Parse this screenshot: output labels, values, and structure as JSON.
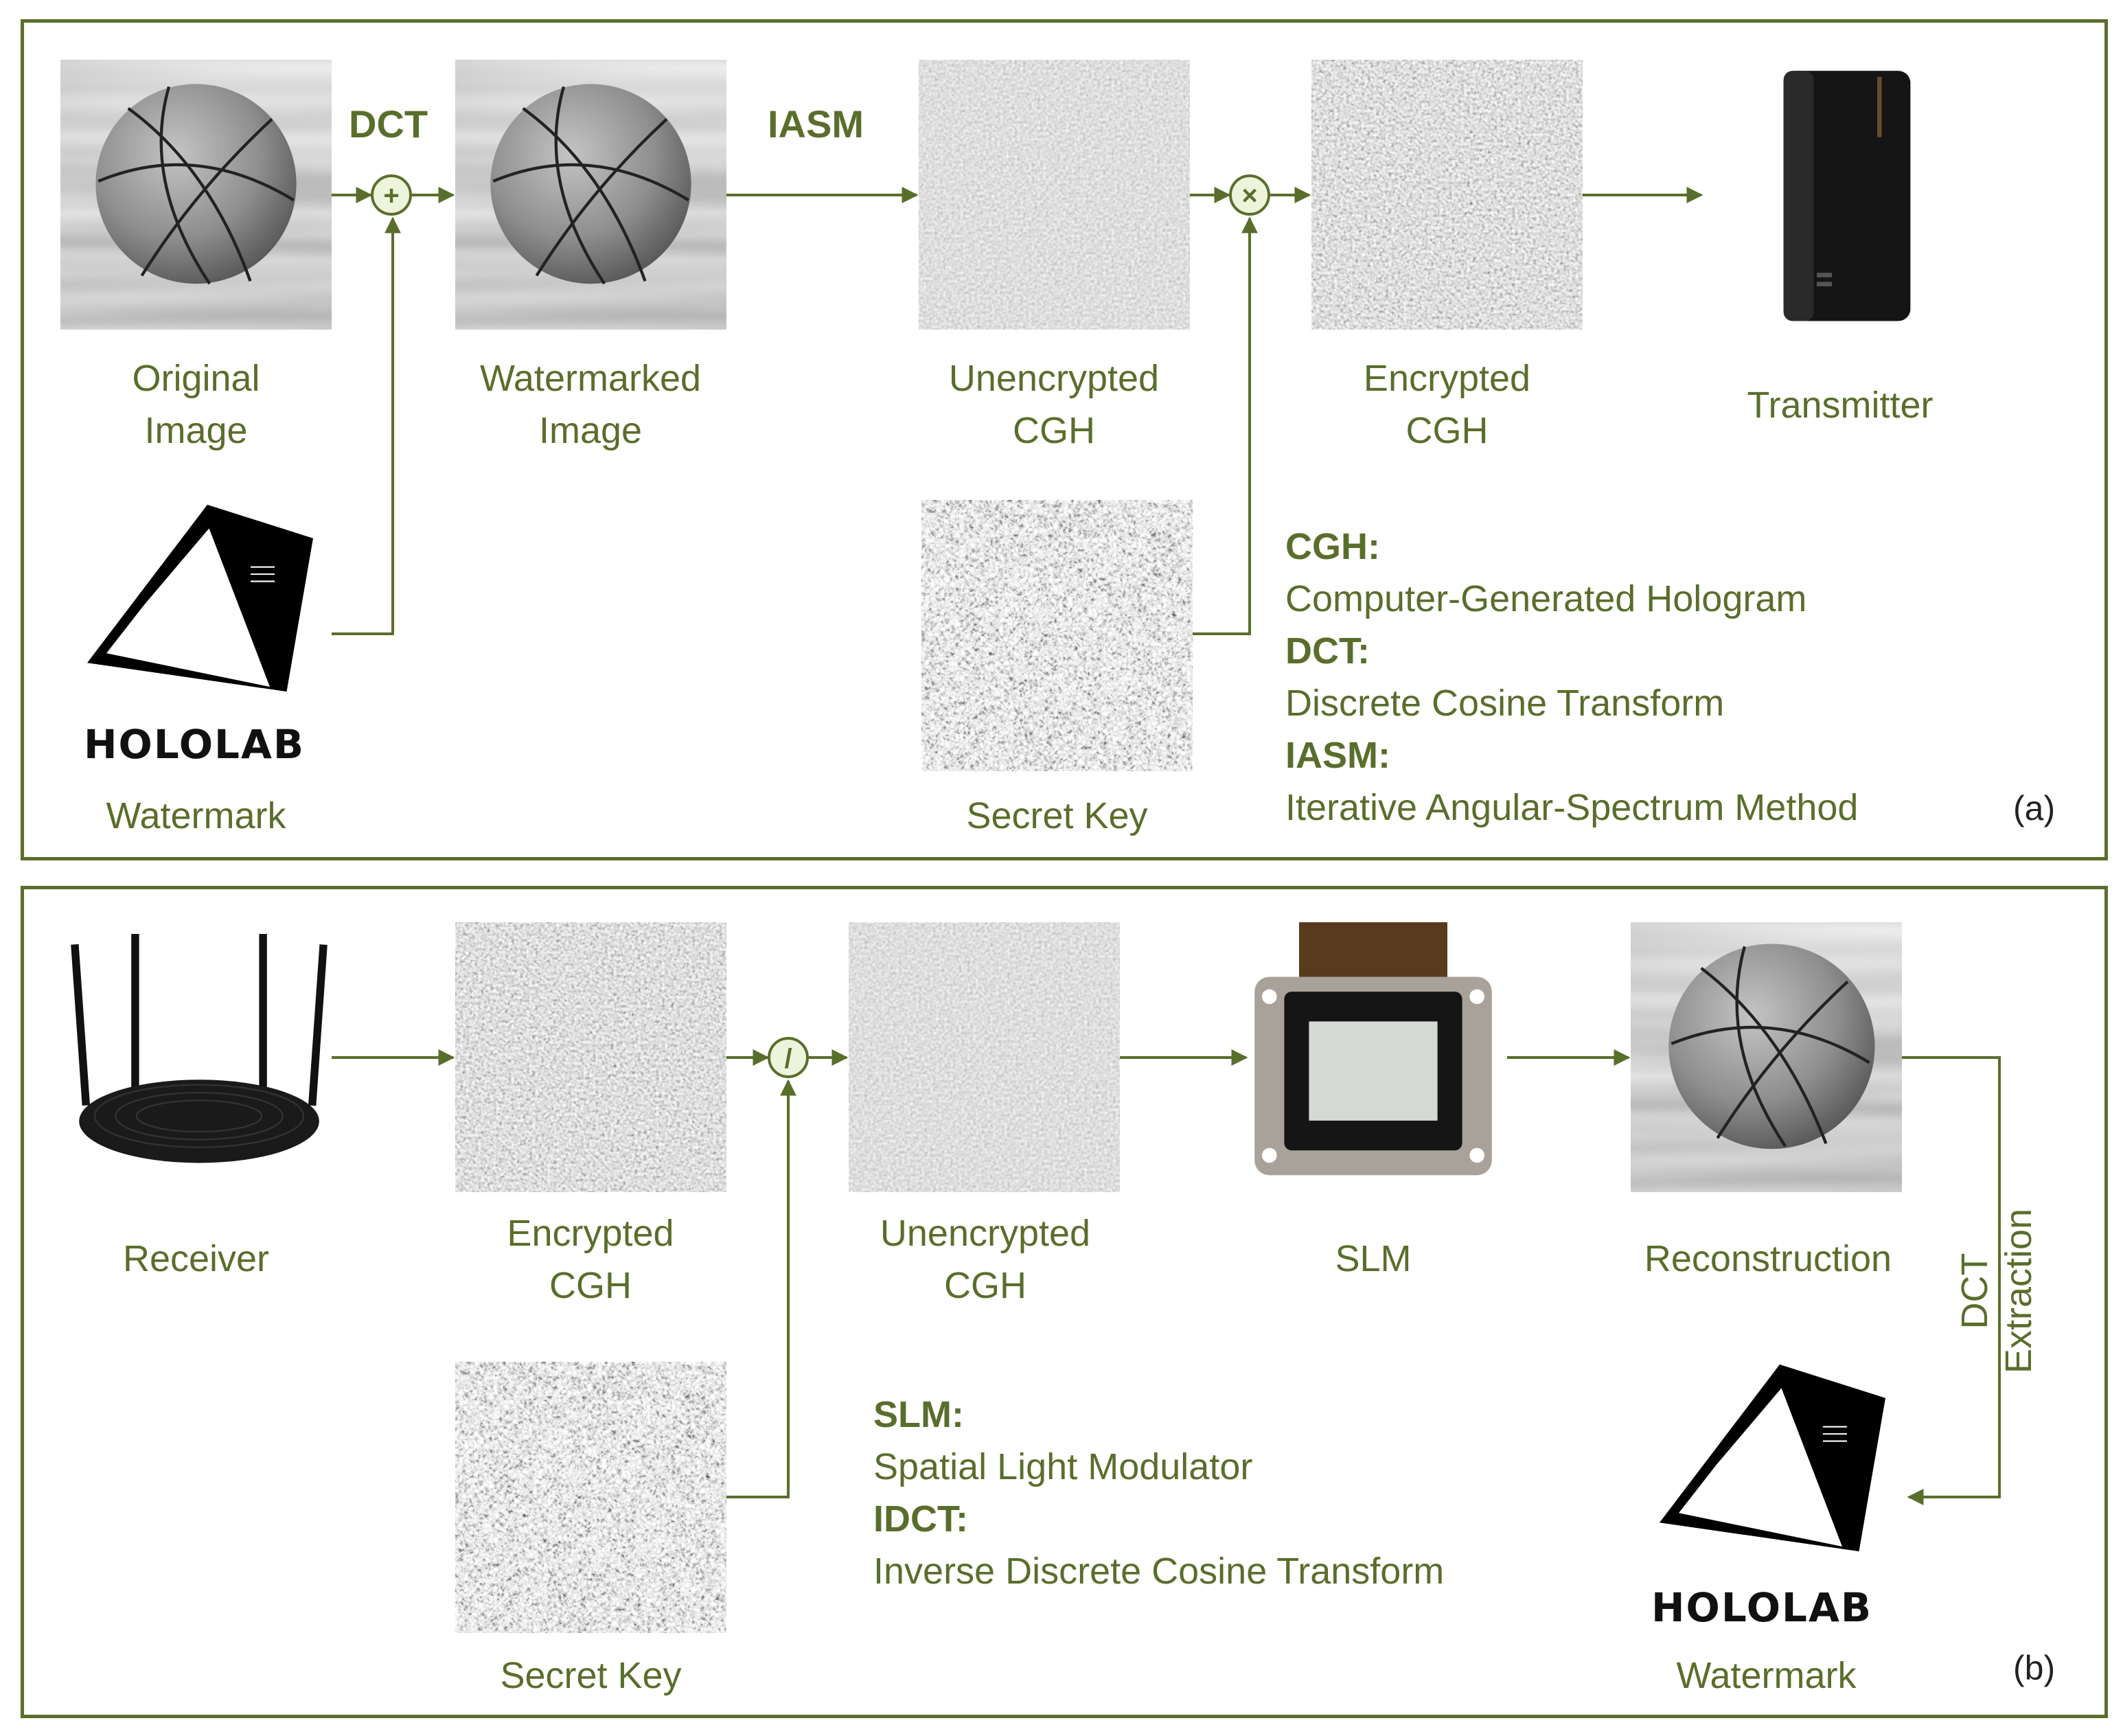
{
  "panel_a": {
    "panel_label": "(a)",
    "nodes": {
      "original": [
        "Original",
        "Image"
      ],
      "watermarked": [
        "Watermarked",
        "Image"
      ],
      "unencrypted": [
        "Unencrypted",
        "CGH"
      ],
      "encrypted": [
        "Encrypted",
        "CGH"
      ],
      "transmitter": "Transmitter",
      "watermark": "Watermark",
      "secret_key": "Secret Key"
    },
    "watermark_logo_text": "HOLOLAB",
    "ops": {
      "dct": "DCT",
      "iasm": "IASM",
      "add_symbol": "+",
      "mul_symbol": "×"
    },
    "glossary": [
      {
        "term": "CGH:",
        "definition": "Computer-Generated Hologram"
      },
      {
        "term": "DCT:",
        "definition": "Discrete Cosine Transform"
      },
      {
        "term": "IASM:",
        "definition": "Iterative Angular-Spectrum Method"
      }
    ]
  },
  "panel_b": {
    "panel_label": "(b)",
    "nodes": {
      "receiver": "Receiver",
      "encrypted": [
        "Encrypted",
        "CGH"
      ],
      "unencrypted": [
        "Unencrypted",
        "CGH"
      ],
      "slm": "SLM",
      "reconstruction": "Reconstruction",
      "secret_key": "Secret Key",
      "watermark": "Watermark"
    },
    "watermark_logo_text": "HOLOLAB",
    "ops": {
      "div_symbol": "/",
      "extraction": [
        "DCT",
        "Extraction"
      ]
    },
    "glossary": [
      {
        "term": "SLM:",
        "definition": "Spatial Light Modulator"
      },
      {
        "term": "IDCT:",
        "definition": "Inverse Discrete Cosine Transform"
      }
    ]
  },
  "colors": {
    "accent": "#5a6e2c",
    "panel_border": "#5a6e2c",
    "text_dark": "#222222"
  }
}
